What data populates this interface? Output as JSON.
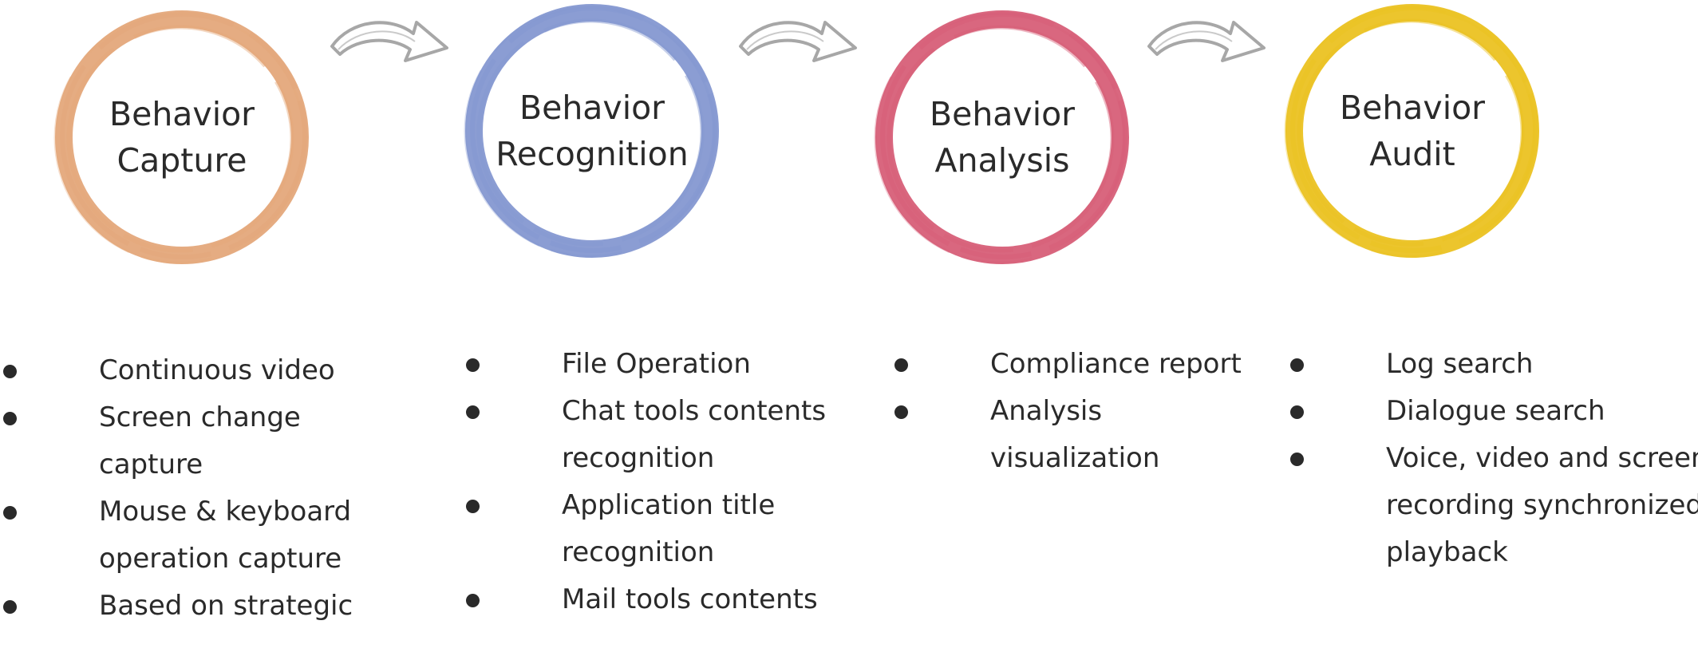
{
  "stages": [
    {
      "label": "Behavior\nCapture",
      "color": "#E4A87B"
    },
    {
      "label": "Behavior\nRecognition",
      "color": "#8598D1"
    },
    {
      "label": "Behavior\nAnalysis",
      "color": "#D75F78"
    },
    {
      "label": "Behavior\nAudit",
      "color": "#EBC222"
    }
  ],
  "arrow_icon": "curved-right-arrow-icon",
  "arrow_color": "#A7A7A7",
  "lists": [
    {
      "items": [
        {
          "lines": [
            "Continuous video"
          ]
        },
        {
          "lines": [
            "Screen change",
            "capture"
          ]
        },
        {
          "lines": [
            "Mouse & keyboard",
            "operation capture"
          ]
        },
        {
          "lines": [
            "Based on strategic"
          ]
        }
      ]
    },
    {
      "items": [
        {
          "lines": [
            "File Operation"
          ]
        },
        {
          "lines": [
            "Chat tools contents",
            "recognition"
          ]
        },
        {
          "lines": [
            "Application title",
            "recognition"
          ]
        },
        {
          "lines": [
            "Mail tools contents"
          ]
        }
      ]
    },
    {
      "items": [
        {
          "lines": [
            "Compliance report"
          ]
        },
        {
          "lines": [
            "Analysis",
            "visualization"
          ]
        }
      ]
    },
    {
      "items": [
        {
          "lines": [
            "Log search"
          ]
        },
        {
          "lines": [
            "Dialogue search"
          ]
        },
        {
          "lines": [
            "Voice, video and screen",
            "recording synchronized",
            "playback"
          ]
        }
      ]
    }
  ]
}
